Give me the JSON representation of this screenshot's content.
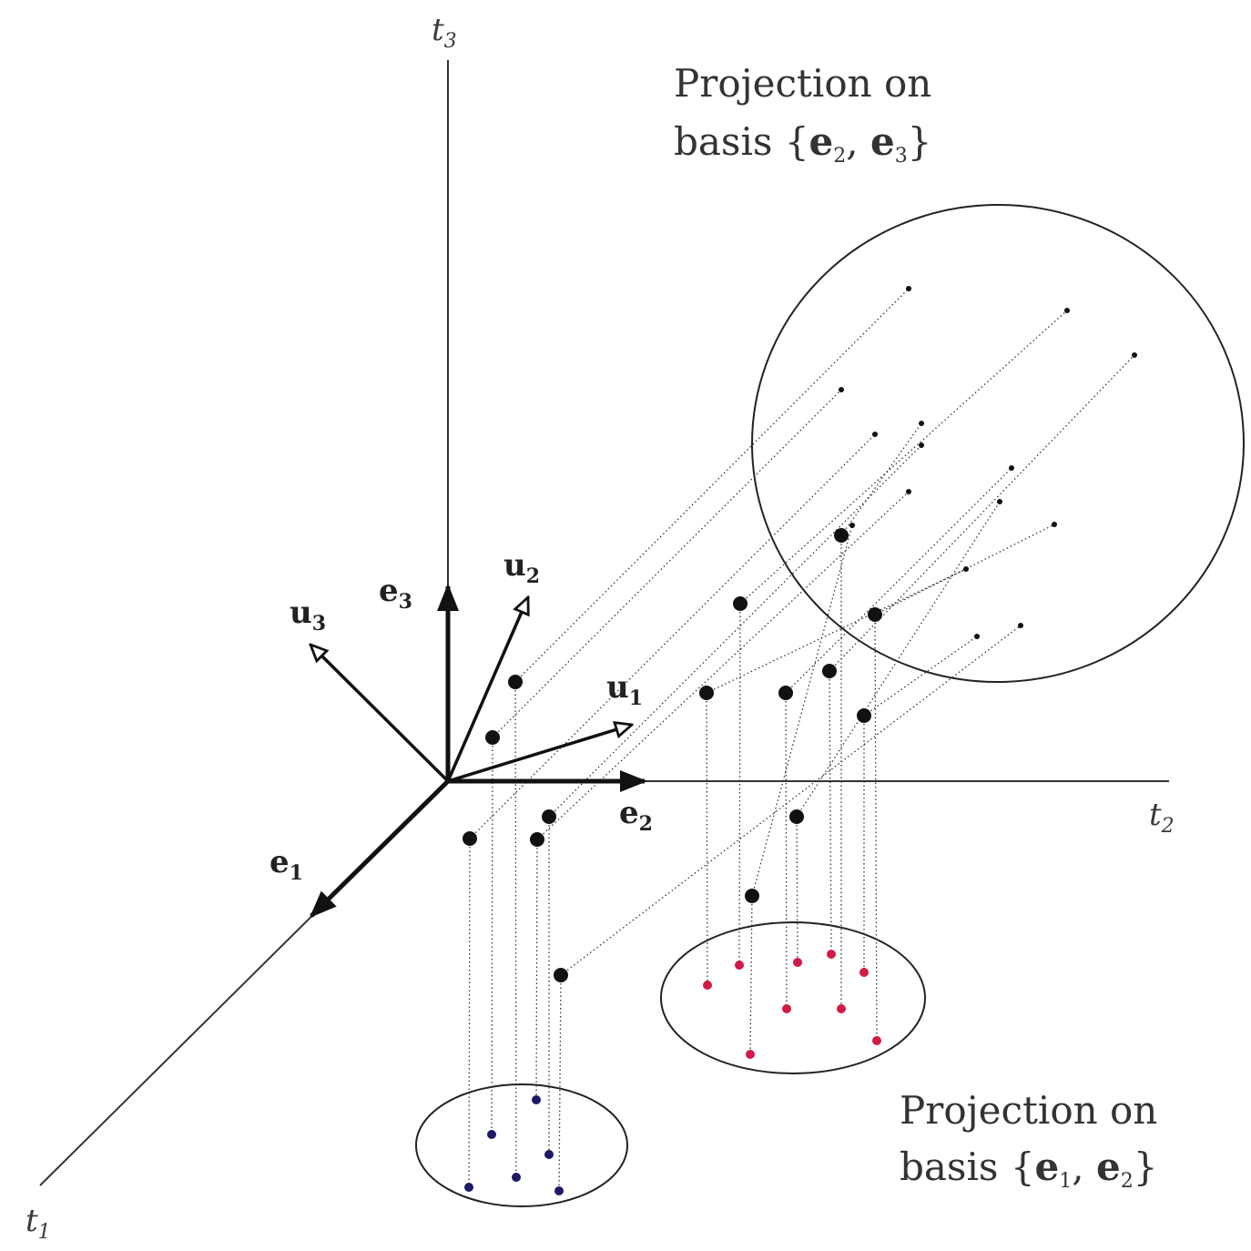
{
  "axes": {
    "t1": {
      "main": "t",
      "sub": "1"
    },
    "t2": {
      "main": "t",
      "sub": "2"
    },
    "t3": {
      "main": "t",
      "sub": "3"
    }
  },
  "vectors": {
    "e1": {
      "main": "e",
      "sub": "1"
    },
    "e2": {
      "main": "e",
      "sub": "2"
    },
    "e3": {
      "main": "e",
      "sub": "3"
    },
    "u1": {
      "main": "u",
      "sub": "1"
    },
    "u2": {
      "main": "u",
      "sub": "2"
    },
    "u3": {
      "main": "u",
      "sub": "3"
    }
  },
  "annotations": {
    "top": {
      "line1": "Projection on",
      "line2_prefix": "basis {",
      "b1": "e",
      "s1": "2",
      "sep": ", ",
      "b2": "e",
      "s2": "3",
      "suffix": "}"
    },
    "bottom": {
      "line1": "Projection on",
      "line2_prefix": "basis {",
      "b1": "e",
      "s1": "1",
      "sep": ", ",
      "b2": "e",
      "s2": "2",
      "suffix": "}"
    }
  },
  "colors": {
    "axis": "#333333",
    "point": "#111111",
    "projection_e1e2_left": "#1e1a66",
    "projection_e1e2_right": "#d01a48"
  }
}
